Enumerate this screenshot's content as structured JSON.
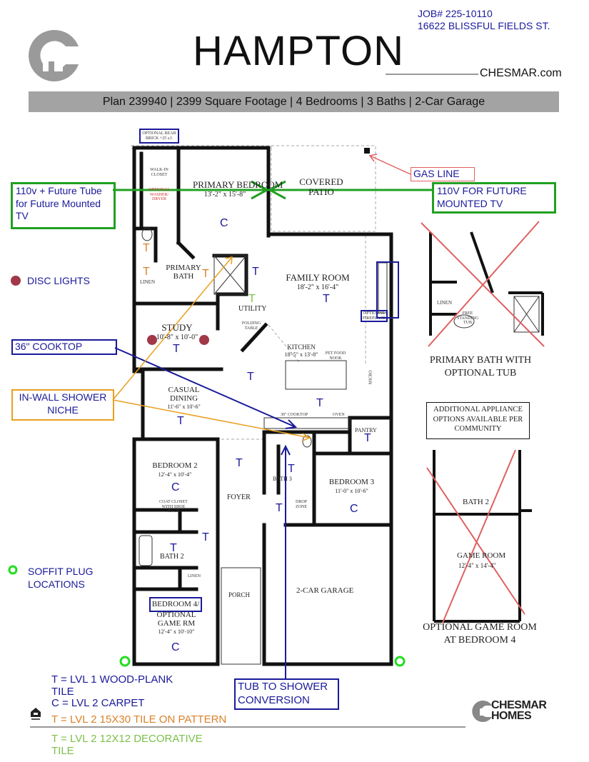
{
  "header": {
    "title": "HAMPTON",
    "job_number": "JOB# 225-10110",
    "address": "16622 BLISSFUL FIELDS ST.",
    "website": "CHESMAR.com",
    "plan_summary": "Plan 239940 | 2399 Square Footage | 4 Bedrooms | 3 Baths | 2-Car Garage"
  },
  "rooms": [
    {
      "name": "PRIMARY BEDROOM",
      "dims": "13'-2\" x 15'-8\""
    },
    {
      "name": "COVERED PATIO",
      "dims": ""
    },
    {
      "name": "FAMILY ROOM",
      "dims": "18'-2\" x 16'-4\""
    },
    {
      "name": "PRIMARY BATH",
      "dims": ""
    },
    {
      "name": "UTILITY",
      "dims": ""
    },
    {
      "name": "STUDY",
      "dims": "10'-8\" x 10'-0\""
    },
    {
      "name": "KITCHEN",
      "dims": "18'-5\" x 13'-8\""
    },
    {
      "name": "CASUAL DINING",
      "dims": "11'-6\" x 10'-6\""
    },
    {
      "name": "BEDROOM 2",
      "dims": "12'-4\" x 10'-4\""
    },
    {
      "name": "FOYER",
      "dims": ""
    },
    {
      "name": "BATH 3",
      "dims": ""
    },
    {
      "name": "BEDROOM 3",
      "dims": "11'-0\" x 10'-6\""
    },
    {
      "name": "PANTRY",
      "dims": ""
    },
    {
      "name": "BATH 2",
      "dims": ""
    },
    {
      "name": "PORCH",
      "dims": ""
    },
    {
      "name": "2-CAR GARAGE",
      "dims": ""
    },
    {
      "name": "BEDROOM 4/",
      "dims": ""
    },
    {
      "name": "OPTIONAL GAME RM",
      "dims": "12'-4\" x 10'-10\""
    }
  ],
  "small_labels": {
    "walk_in_closet": "WALK-IN CLOSET",
    "optional_washer_dryer": "OPTIONAL WASHER/ DRYER",
    "linen": "LINEN",
    "folding_table": "FOLDING TABLE",
    "pet_food_nook": "PET FOOD NOOK",
    "micro": "MICRO",
    "cooktop": "30\" COOKTOP",
    "oven": "OVEN",
    "drop_zone": "DROP ZONE",
    "coat_closet": "COAT CLOSET WITH SHOE RACK",
    "linen2": "LINEN",
    "optional_fireplace": "OPTIONAL FIREPLACE",
    "optional_rear_brick": "OPTIONAL REAR BRICK +25 s.f."
  },
  "floor_markers": {
    "wood_plank": "T",
    "carpet": "C",
    "tile_15x30": "T",
    "tile_12x12": "T"
  },
  "callouts": {
    "tv_left": "110v + Future Tube for Future Mounted TV",
    "tv_right": "110V FOR FUTURE MOUNTED TV",
    "gas_line": "GAS LINE",
    "disc_lights": "DISC LIGHTS",
    "cooktop": "36\" COOKTOP",
    "shower_niche": "IN-WALL SHOWER NICHE",
    "soffit_plug": "SOFFIT PLUG LOCATIONS",
    "tub_to_shower": "TUB TO SHOWER CONVERSION",
    "appliance_options": "ADDITIONAL APPLIANCE OPTIONS AVAILABLE PER COMMUNITY"
  },
  "options": {
    "primary_bath_caption": "PRIMARY BATH WITH OPTIONAL TUB",
    "primary_bath_linen": "LINEN",
    "primary_bath_tub": "FREE STANDING TUB",
    "game_room_bath": "BATH 2",
    "game_room_name": "GAME ROOM",
    "game_room_dims": "12'-4\" x 14'-4\"",
    "game_room_caption": "OPTIONAL GAME ROOM AT BEDROOM 4"
  },
  "legend": [
    {
      "text": "T = LVL 1 WOOD-PLANK TILE",
      "color": "#1a1a9a"
    },
    {
      "text": "C = LVL 2 CARPET",
      "color": "#1a1a9a"
    },
    {
      "text": "T = LVL 2 15X30 TILE ON PATTERN",
      "color": "#d9822b"
    },
    {
      "text": "T = LVL 2 12X12 DECORATIVE TILE",
      "color": "#7cc04a"
    }
  ],
  "footer": {
    "logo_line1": "CHESMAR",
    "logo_line2": "HOMES"
  },
  "colors": {
    "blue": "#1a1a9a",
    "green": "#22a022",
    "red": "#e06060",
    "orange": "#e8a020",
    "disc": "#a03848",
    "banner": "#a3a3a3"
  }
}
